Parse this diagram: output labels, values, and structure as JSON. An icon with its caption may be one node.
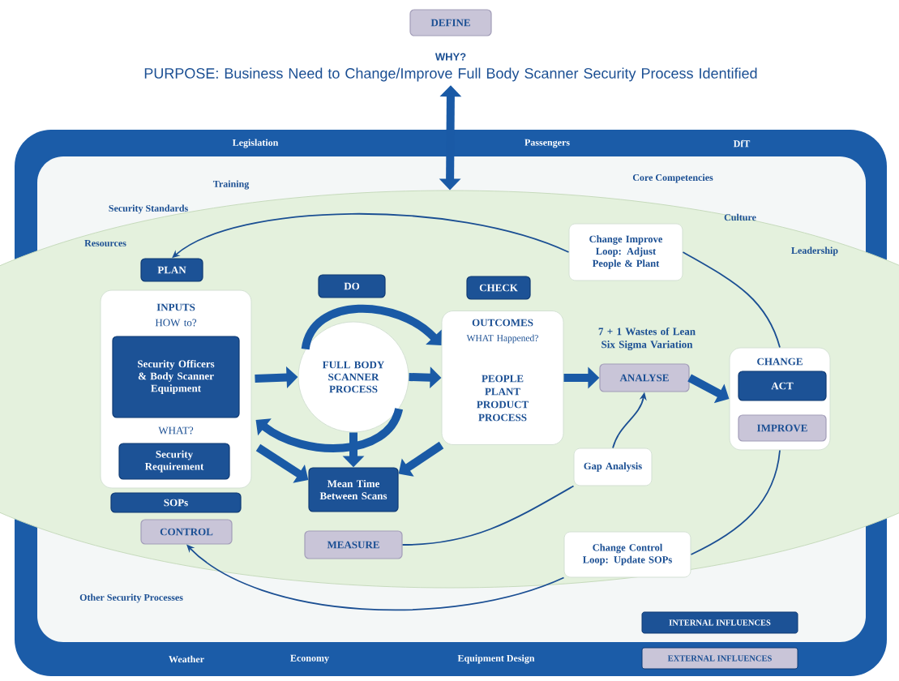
{
  "diagram": {
    "nodes": [
      {
        "text": [
          "DEFINE"
        ]
      },
      {
        "text": [
          "WHY?",
          "PURPOSE: Business Need to Change/Improve Full Body Scanner Security Process Identified"
        ]
      },
      {
        "text": [],
        "shape": "ellipse"
      },
      {
        "text": [
          "PLAN"
        ],
        "in": 2
      },
      {
        "text": [
          "INPUTS",
          "HOW to?",
          "WHAT?"
        ],
        "in": 2
      },
      {
        "text": [
          "Security Officers & Body Scanner Equipment"
        ],
        "in": 4
      },
      {
        "text": [
          "Security Requirement"
        ],
        "in": 4
      },
      {
        "text": [
          "SOPs"
        ],
        "in": 2
      },
      {
        "text": [
          "CONTROL"
        ],
        "in": 2
      },
      {
        "text": [
          "DO"
        ],
        "in": 2
      },
      {
        "text": [
          "FULL BODY SCANNER PROCESS"
        ],
        "in": 2
      },
      {
        "text": [
          "Mean Time Between Scans"
        ],
        "in": 2
      },
      {
        "text": [
          "MEASURE"
        ],
        "in": 2
      },
      {
        "text": [
          "CHECK"
        ],
        "in": 2
      },
      {
        "text": [
          "OUTCOMES",
          "WHAT Happened?",
          "PEOPLE PLANT PRODUCT PROCESS"
        ],
        "in": 2
      },
      {
        "text": [
          "7 + 1 Wastes of Lean Six Sigma Variation",
          "ANALYSE"
        ],
        "in": 2
      },
      {
        "text": [
          "CHANGE"
        ],
        "in": 2
      },
      {
        "text": [
          "ACT"
        ],
        "in": 16
      },
      {
        "text": [
          "IMPROVE"
        ],
        "in": 16
      },
      {
        "text": [
          "Gap Analysis"
        ],
        "in": 2
      },
      {
        "text": [
          "Change Improve Loop: Adjust People & Plant"
        ],
        "in": 2
      },
      {
        "text": [
          "Change Control Loop: Update SOPs"
        ],
        "in": 2
      }
    ],
    "edges": [
      {
        "from": 1,
        "to": 2,
        "arrow": "both"
      },
      {
        "from": 4,
        "to": 10,
        "arrow": "to"
      },
      {
        "from": 10,
        "to": 14,
        "arrow": "to"
      },
      {
        "from": 10,
        "to": 14,
        "arrow": "to"
      },
      {
        "from": 10,
        "to": 4,
        "arrow": "to"
      },
      {
        "from": 4,
        "to": 11,
        "arrow": "to"
      },
      {
        "from": 10,
        "to": 11,
        "arrow": "to"
      },
      {
        "from": 14,
        "to": 11,
        "arrow": "to"
      },
      {
        "from": 14,
        "to": 15,
        "arrow": "to"
      },
      {
        "from": 15,
        "to": 16,
        "arrow": "to"
      },
      {
        "from": 12,
        "to": 19,
        "arrow": "none"
      },
      {
        "from": 19,
        "to": 15,
        "arrow": "to"
      },
      {
        "from": 16,
        "to": 21,
        "arrow": "none"
      },
      {
        "from": 21,
        "to": 8,
        "arrow": "to"
      },
      {
        "from": 16,
        "to": 20,
        "arrow": "none"
      },
      {
        "from": 20,
        "to": 3,
        "arrow": "to"
      }
    ],
    "labels": [
      "Legislation",
      "Passengers",
      "DfT",
      "Training",
      "Core Competencies",
      "Security Standards",
      "Culture",
      "Resources",
      "Leadership",
      "Other Security Processes",
      "Weather",
      "Economy",
      "Equipment Design"
    ],
    "legend": [
      {
        "text": "INTERNAL INFLUENCES",
        "color": "#1c5296"
      },
      {
        "text": "EXTERNAL INFLUENCES",
        "color": "#c9c5d8"
      }
    ]
  }
}
